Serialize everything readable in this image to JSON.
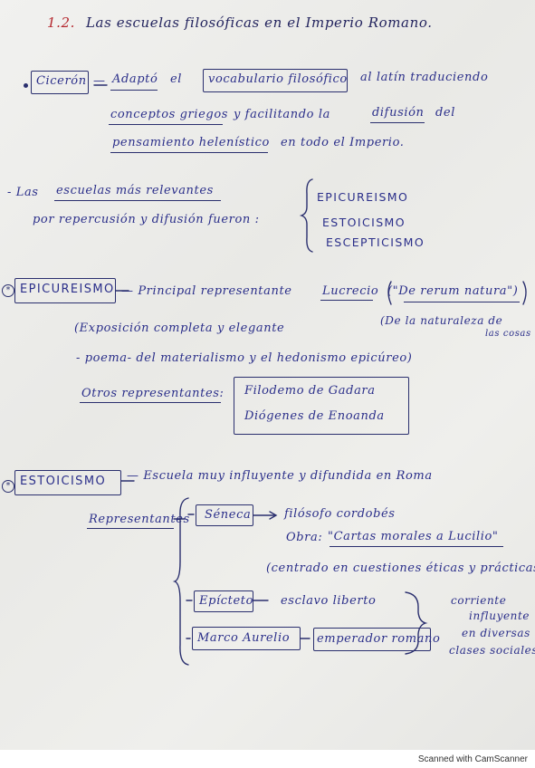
{
  "title": {
    "number": "1.2.",
    "text": "Las escuelas filosóficas en el Imperio Romano."
  },
  "ciceron": {
    "name": "Cicerón",
    "dash": "—",
    "l1a": "Adaptó",
    "l1b": "el",
    "l1c": "vocabulario filosófico",
    "l1d": "al latín traduciendo",
    "l2a": "conceptos griegos",
    "l2b": "y facilitando la",
    "l2c": "difusión",
    "l2d": "del",
    "l3a": "pensamiento helenístico",
    "l3b": "en todo el Imperio."
  },
  "schools": {
    "l1a": "- Las",
    "l1b": "escuelas más relevantes",
    "l2": "por repercusión y difusión fueron :",
    "list": [
      "EPICUREISMO",
      "ESTOICISMO",
      "ESCEPTICISMO"
    ]
  },
  "epicureismo": {
    "heading": "EPICUREISMO",
    "l1a": "— Principal representante",
    "l1b": "Lucrecio",
    "l1c": "(\"De rerum natura\")",
    "l2": "(Exposición completa y elegante",
    "l2b": "(De la naturaleza de",
    "l2c": "las cosas",
    "l3": "- poema-  del materialismo y el hedonismo epicúreo)",
    "others_label": "Otros representantes:",
    "others": [
      "Filodemo de Gadara",
      "Diógenes de Enoanda"
    ]
  },
  "estoicismo": {
    "heading": "ESTOICISMO",
    "l1": "— Escuela muy influyente y difundida en Roma",
    "reps_label": "Representantes",
    "seneca": "Séneca",
    "seneca_desc": "filósofo cordobés",
    "obra_label": "Obra:",
    "obra": "\"Cartas morales a Lucilio\"",
    "obra_note": "(centrado en cuestiones éticas y prácticas",
    "epicteto": "Epícteto",
    "epicteto_desc": "esclavo liberto",
    "marco": "Marco Aurelio",
    "marco_desc": "emperador romano",
    "side_note": [
      "corriente",
      "influyente",
      "en diversas",
      "clases sociales"
    ]
  },
  "footer": "Scanned with CamScanner"
}
